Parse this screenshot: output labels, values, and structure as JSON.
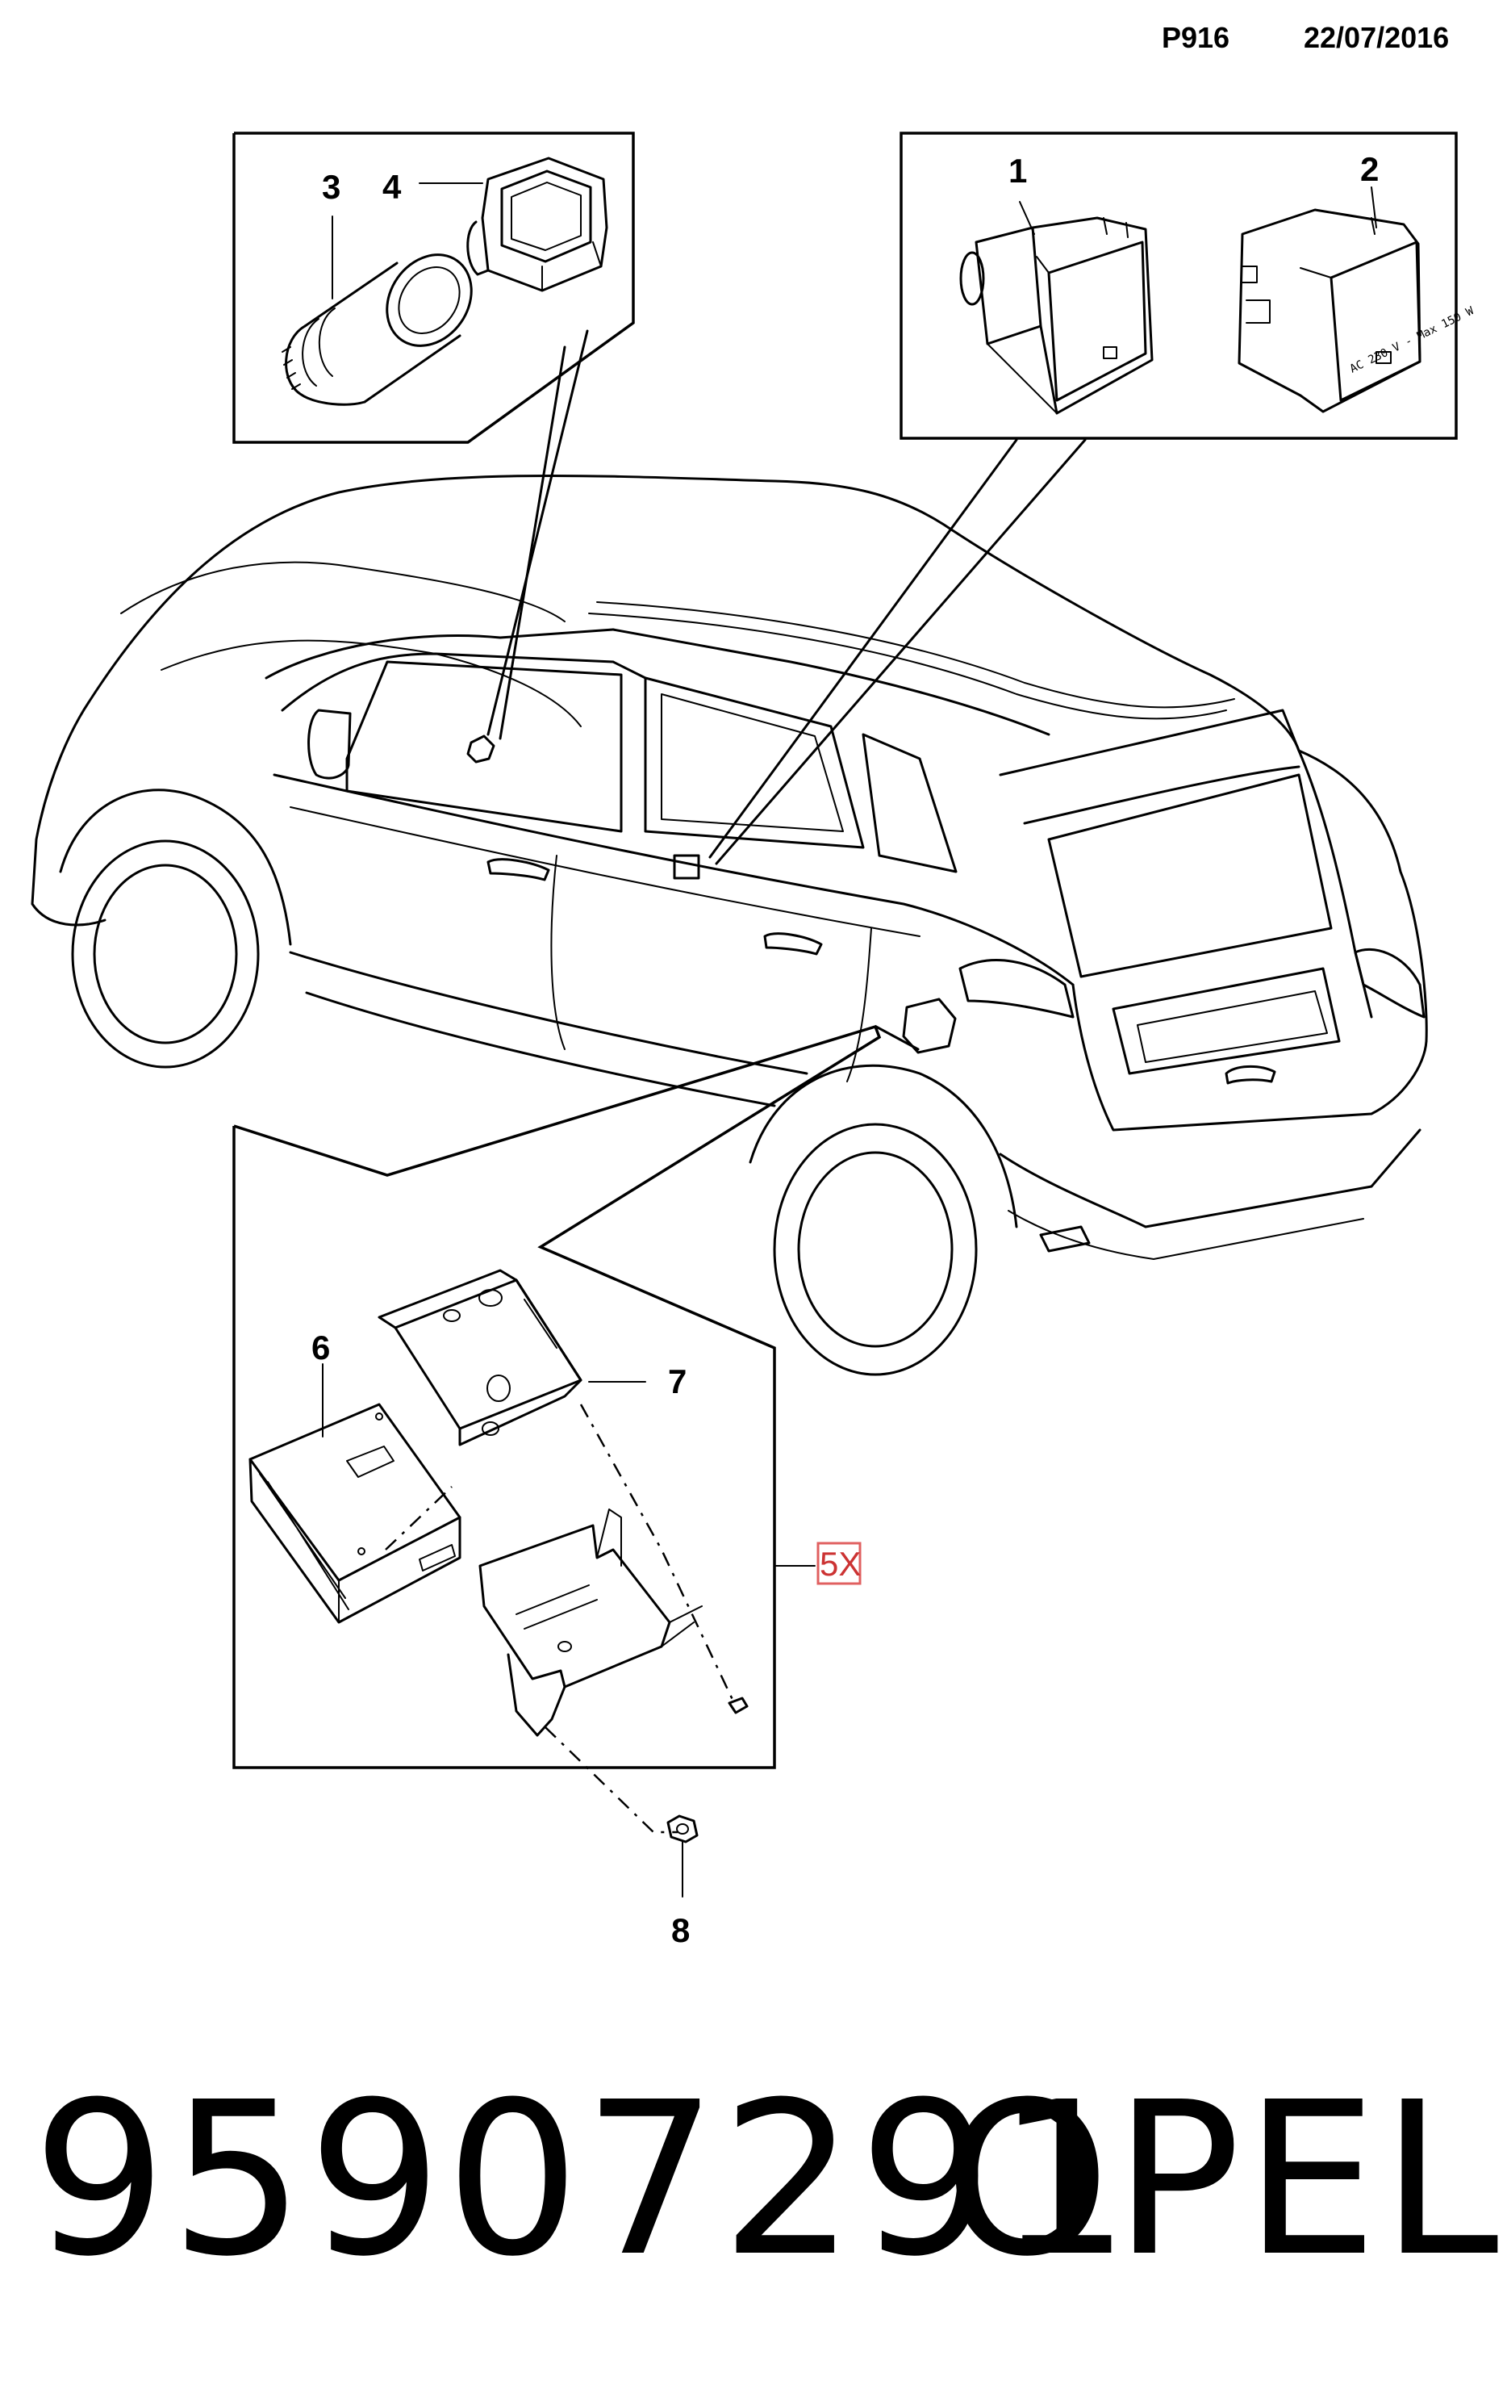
{
  "header": {
    "code": "P916",
    "date": "22/07/2016"
  },
  "callouts": {
    "c1": "1",
    "c2": "2",
    "c3": "3",
    "c4": "4",
    "c5": "5X",
    "c6": "6",
    "c7": "7",
    "c8": "8"
  },
  "footer": {
    "part_number": "95907291",
    "brand": "OPEL"
  },
  "colors": {
    "line": "#000000",
    "highlight_box": "#e06060",
    "highlight_text": "#cc3333"
  },
  "icons": [
    "vehicle-illustration-icon",
    "socket-icon",
    "power-outlet-icon",
    "inverter-module-icon",
    "bracket-icon",
    "nut-icon",
    "screw-icon"
  ]
}
